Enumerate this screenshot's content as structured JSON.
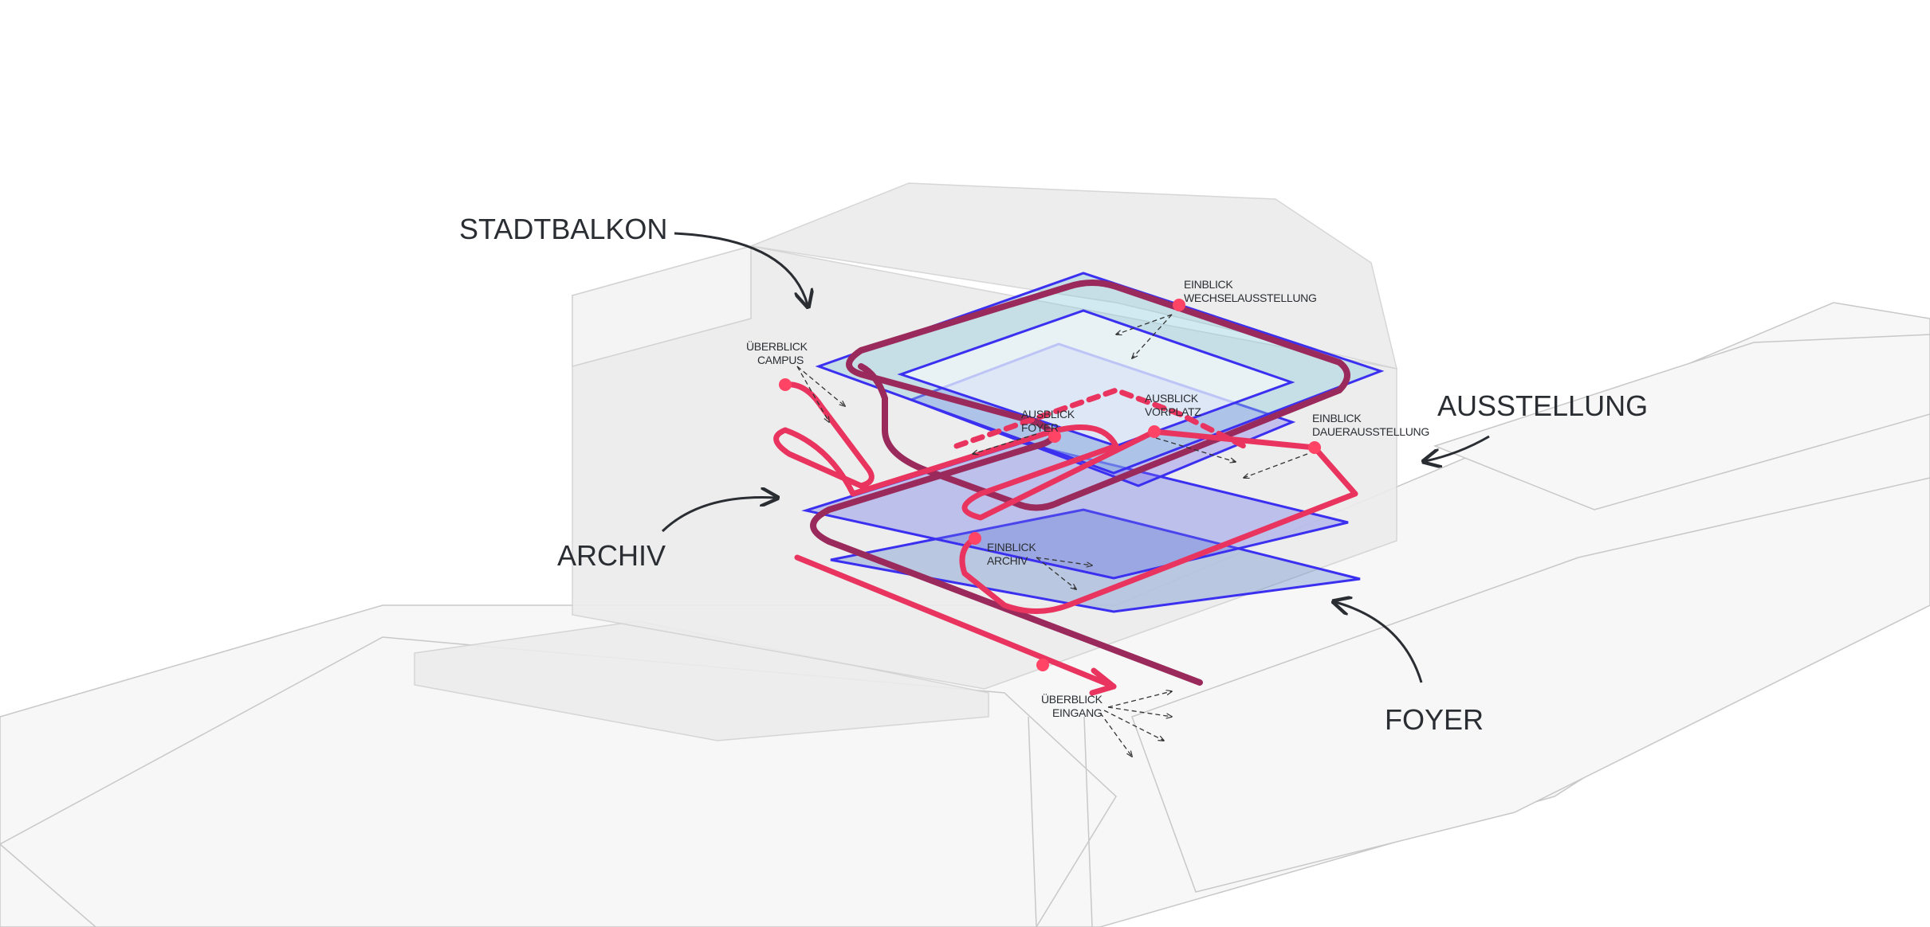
{
  "labels": {
    "stadtbalkon": "STADTBALKON",
    "archiv": "ARCHIV",
    "ausstellung": "AUSSTELLUNG",
    "foyer": "FOYER"
  },
  "viewpoints": {
    "ueberblick_campus": [
      "ÜBERBLICK",
      "CAMPUS"
    ],
    "einblick_wechselausstellung": [
      "EINBLICK",
      "WECHSELAUSSTELLUNG"
    ],
    "ausblick_foyer": [
      "AUSBLICK",
      "FOYER"
    ],
    "ausblick_vorplatz": [
      "AUSBLICK",
      "VORPLATZ"
    ],
    "einblick_dauerausstellung": [
      "EINBLICK",
      "DAUERAUSSTELLUNG"
    ],
    "einblick_archiv": [
      "EINBLICK",
      "ARCHIV"
    ],
    "ueberblick_eingang": [
      "ÜBERBLICK",
      "EINGANG"
    ]
  },
  "colors": {
    "route_primary": "#e8345e",
    "route_secondary": "#9b2a5c",
    "floor_outline": "#3b2ff0"
  }
}
